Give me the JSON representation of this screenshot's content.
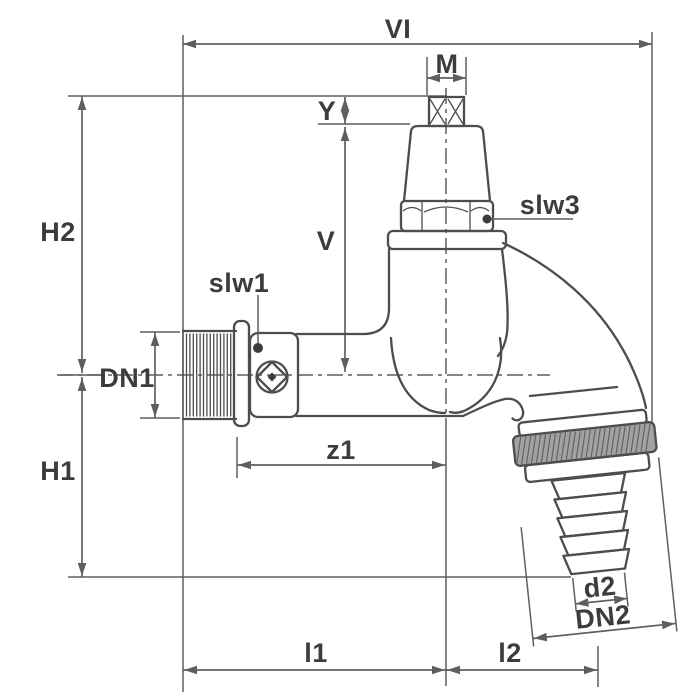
{
  "labels": {
    "vi": "VI",
    "m": "M",
    "y": "Y",
    "v": "V",
    "h2": "H2",
    "h1": "H1",
    "dn1": "DN1",
    "slw1": "slw1",
    "slw3": "slw3",
    "z1": "z1",
    "l1": "l1",
    "l2": "l2",
    "d2": "d2",
    "dn2": "DN2"
  },
  "colors": {
    "background": "#ffffff",
    "outline": "#4d4d4d",
    "dimension_line": "#5f5f5f",
    "label_text": "#3c3c3c",
    "knurl_fill": "#a2a2a2"
  }
}
